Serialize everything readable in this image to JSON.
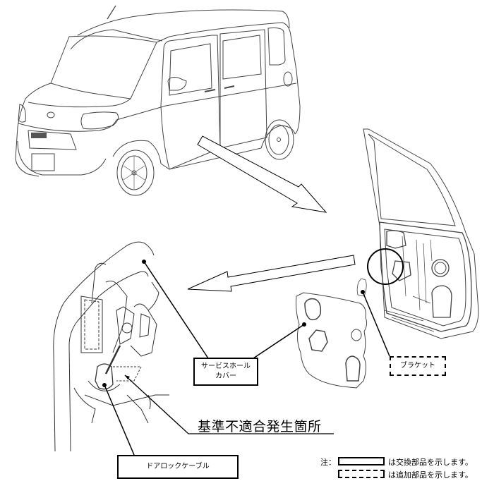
{
  "labels": {
    "service_hole_cover": {
      "line1": "サービスホール",
      "line2": "カバー"
    },
    "bracket": "ブラケット",
    "door_lock_cable": "ドアロックケーブル",
    "nonconformity_location": "基準不適合発生箇所"
  },
  "legend": {
    "prefix": "注：",
    "replacement_text": "は交換部品を示します。",
    "addition_text": "は追加部品を示します。"
  },
  "colors": {
    "line": "#000000",
    "background": "#ffffff",
    "drawing": "#444444"
  }
}
